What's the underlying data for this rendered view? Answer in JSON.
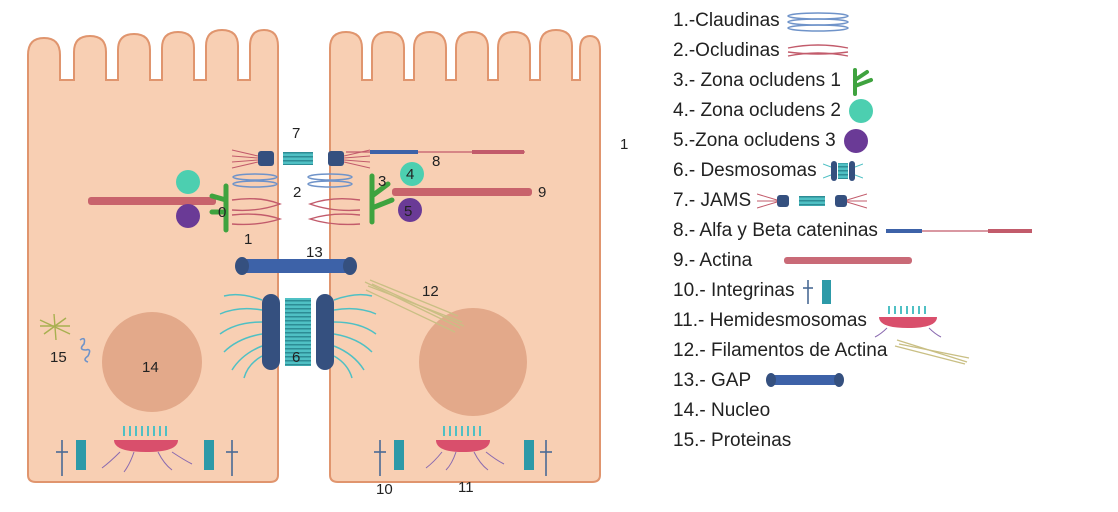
{
  "diagram": {
    "labels": {
      "n1": "1",
      "n2": "2",
      "n3": "3",
      "n4": "4",
      "n5": "5",
      "n6": "6",
      "n7": "7",
      "n8": "8",
      "n9": "9",
      "n10": "10",
      "n11": "11",
      "n12": "12",
      "n13": "13",
      "n14": "14",
      "n15": "15",
      "n0": "0",
      "n1_right": "1"
    }
  },
  "legend": {
    "items": [
      {
        "text": "1.-Claudinas",
        "icon": "claudinas-icon"
      },
      {
        "text": "2.-Ocludinas",
        "icon": "ocludinas-icon"
      },
      {
        "text": "3.- Zona ocludens 1",
        "icon": "zo1-icon"
      },
      {
        "text": "4.- Zona ocludens 2",
        "icon": "zo2-icon"
      },
      {
        "text": "5.-Zona ocludens 3",
        "icon": "zo3-icon"
      },
      {
        "text": "6.- Desmosomas",
        "icon": "desmosome-icon"
      },
      {
        "text": "7.- JAMS",
        "icon": "jams-icon"
      },
      {
        "text": "8.- Alfa y  Beta cateninas",
        "icon": "catenin-icon"
      },
      {
        "text": "9.- Actina",
        "icon": "actin-icon"
      },
      {
        "text": "10.- Integrinas",
        "icon": "integrin-icon"
      },
      {
        "text": "11.- Hemidesmosomas",
        "icon": "hemidesmosome-icon"
      },
      {
        "text": "12.- Filamentos de Actina",
        "icon": "actin-filament-icon"
      },
      {
        "text": "13.- GAP",
        "icon": "gap-icon"
      },
      {
        "text": "14.- Nucleo",
        "icon": "nucleus-icon"
      },
      {
        "text": "15.- Proteinas",
        "icon": "protein-icon"
      }
    ]
  },
  "colors": {
    "cell_fill": "#f8cfb3",
    "cell_stroke": "#e0956e",
    "nucleus": "#e3a98a",
    "claudin": "#6f93c9",
    "occludin": "#c25b6b",
    "zo1": "#3fa33f",
    "zo2": "#4ccfb0",
    "zo3": "#6a3a96",
    "desmosome_dark": "#35507f",
    "desmosome_light": "#4fc0c4",
    "catenin_blue": "#3d62a8",
    "actin": "#c0505f"
  }
}
